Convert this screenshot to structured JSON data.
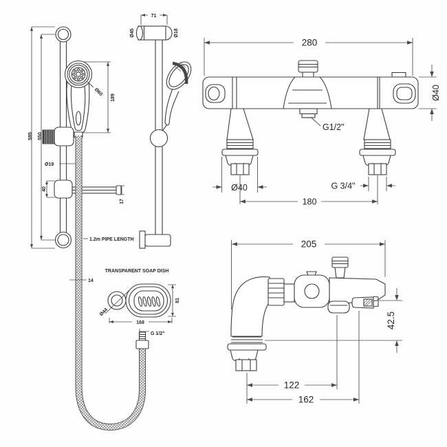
{
  "colors": {
    "line": "#3d3d3d",
    "text": "#262626",
    "background": "#fdfdfd"
  },
  "labels": {
    "rail_front": {
      "overall": "595",
      "rail": "550",
      "head": "189",
      "head_dia": "Ø60",
      "rail_dia": "Ø19",
      "slider": "40",
      "arm": "17",
      "hose_dia": "14",
      "pipe": "1.2m PIPE LENGTH"
    },
    "hose": {
      "thread": "G 1/2\""
    },
    "soap": {
      "title": "TRANSPARENT SOAP DISH",
      "width": "168",
      "height": "81",
      "ring_dia": "Ø44"
    },
    "rail_side": {
      "width": "71",
      "bracket_dia": "Ø45",
      "rail_dia": "Ø18"
    },
    "mixer_front": {
      "width": "280",
      "body_dia": "Ø40",
      "shower_thread": "G1/2\"",
      "leg_dia": "Ø40",
      "inlet_thread": "G 3/4\"",
      "centers": "180"
    },
    "mixer_side": {
      "depth": "205",
      "spout_height": "42.5",
      "handle_offset": "122",
      "spout_reach": "162"
    }
  }
}
